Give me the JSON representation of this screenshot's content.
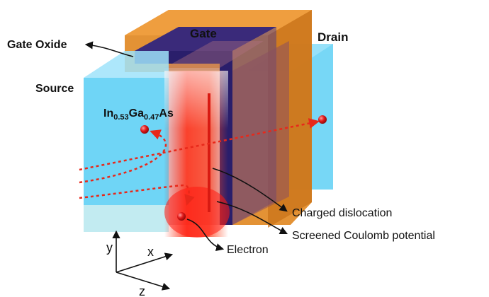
{
  "labels": {
    "gate": "Gate",
    "drain": "Drain",
    "gate_oxide": "Gate Oxide",
    "source": "Source",
    "material": {
      "base1": "In",
      "sub1": "0.53",
      "base2": "Ga",
      "sub2": "0.47",
      "base3": "As"
    },
    "charged_dislocation": "Charged dislocation",
    "screened_coulomb": "Screened Coulomb potential",
    "electron": "Electron"
  },
  "axes": {
    "x": "x",
    "y": "y",
    "z": "z"
  },
  "colors": {
    "semiconductor": "#5fd0f5",
    "gate": "#e0861f",
    "oxide": "#2a1e6b",
    "potential": "#ff2a10",
    "electron": "#d8161a",
    "dislocation": "#d81a12"
  }
}
